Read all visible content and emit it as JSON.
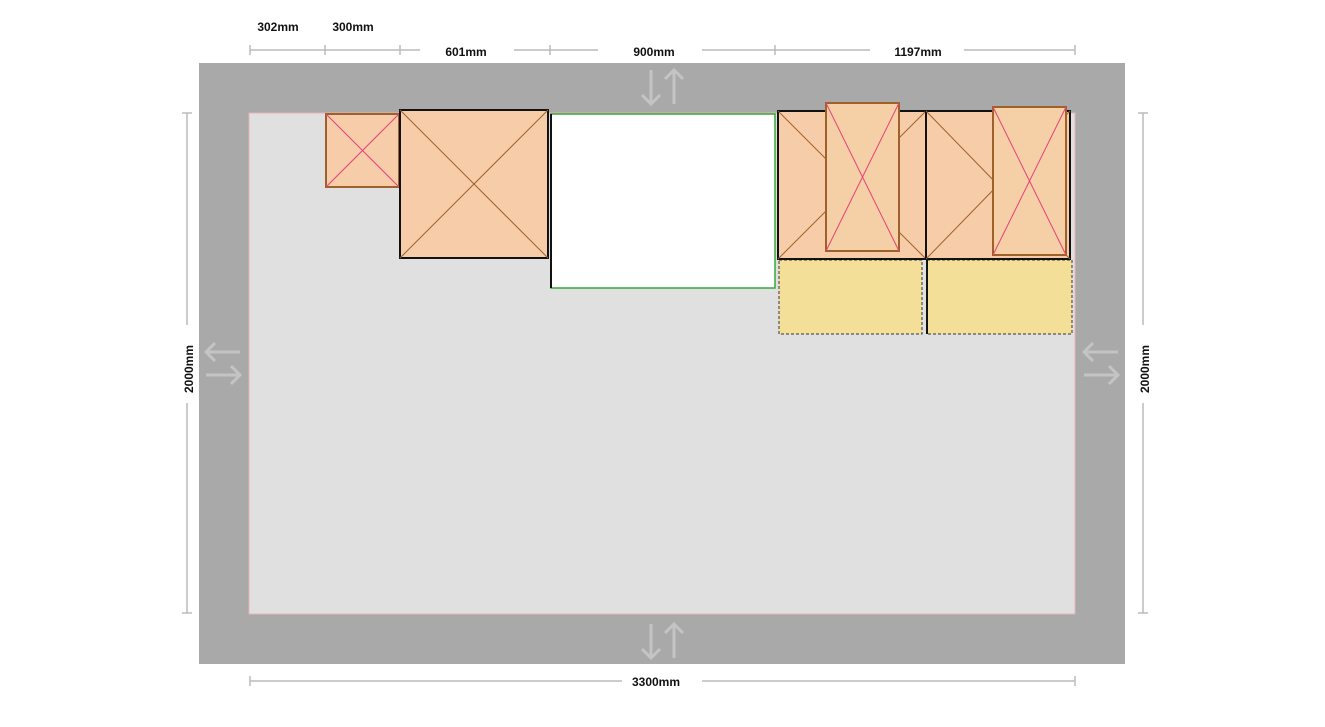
{
  "dimensions": {
    "top_row1": [
      "302mm",
      "300mm"
    ],
    "top_row2": [
      "601mm",
      "900mm",
      "1197mm"
    ],
    "left_height": "2000mm",
    "right_height": "2000mm",
    "bottom_width": "3300mm"
  },
  "colors": {
    "wall": "#a9a9a9",
    "floor": "#e0e0e0",
    "cabinet_fill": "#f6cda8",
    "appliance_fill": "#f5cfa6",
    "worktop_fill": "#f3df98",
    "opening_border": "#33aa33",
    "x_line_brown": "#a0602a",
    "x_line_pink": "#e8407a",
    "dim_line": "#bbbbbb",
    "arrow": "#c4c4c4"
  },
  "icons": [
    "swap-horizontal-arrow-icon",
    "swap-vertical-arrow-icon"
  ]
}
